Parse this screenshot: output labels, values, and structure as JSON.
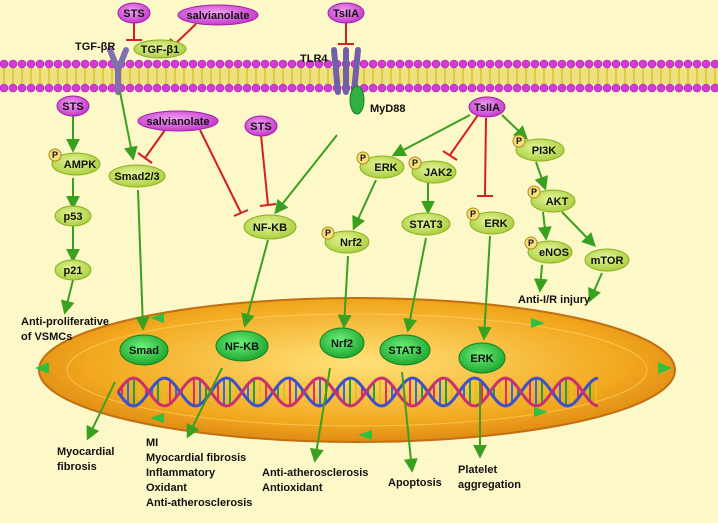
{
  "colors": {
    "background": "#fdf8c8",
    "membrane_head": "#d43bd6",
    "membrane_tail": "#e8d800",
    "node_fill": "#c6df55",
    "node_stroke": "#8ab020",
    "drug_fill": "#d64fd8",
    "activation_arrow": "#3aa020",
    "inhibition_line": "#d42020",
    "nucleus_fill": "#f0a020",
    "nucleus_inner": "#ffd060",
    "nucleus_tf": "#2fc040"
  },
  "drugs": {
    "sts_top": "STS",
    "salvianolate_top": "salvianolate",
    "tsiia_top": "TsIIA",
    "sts_left": "STS",
    "salvianolate_mid": "salvianolate",
    "sts_mid": "STS",
    "tsiia_right": "TsIIA"
  },
  "receptors": {
    "tgfbr": "TGF-βR",
    "tgfb1": "TGF-β1",
    "tlr4": "TLR4",
    "myd88": "MyD88"
  },
  "phospho_mark": "P",
  "nodes": {
    "ampk": "AMPK",
    "p53": "p53",
    "p21": "p21",
    "smad23": "Smad2/3",
    "nfkb": "NF-KB",
    "erk_left": "ERK",
    "nrf2": "Nrf2",
    "jak2": "JAK2",
    "stat3": "STAT3",
    "erk_right": "ERK",
    "pi3k": "PI3K",
    "akt": "AKT",
    "enos": "eNOS",
    "mtor": "mTOR"
  },
  "nucleus_factors": {
    "smad": "Smad",
    "nfkb": "NF-KB",
    "nrf2": "Nrf2",
    "stat3": "STAT3",
    "erk": "ERK"
  },
  "outcomes": {
    "anti_prolif_1": "Anti-proliferative",
    "anti_prolif_2": "of VSMCs",
    "anti_ir": "Anti-I/R injury",
    "myocardial_1": "Myocardial",
    "myocardial_2": "fibrosis",
    "nfkb_1": "MI",
    "nfkb_2": "Myocardial fibrosis",
    "nfkb_3": "Inflammatory",
    "nfkb_4": "Oxidant",
    "nfkb_5": "Anti-atherosclerosis",
    "nrf2_1": "Anti-atherosclerosis",
    "nrf2_2": "Antioxidant",
    "apoptosis": "Apoptosis",
    "platelet_1": "Platelet",
    "platelet_2": "aggregation"
  }
}
